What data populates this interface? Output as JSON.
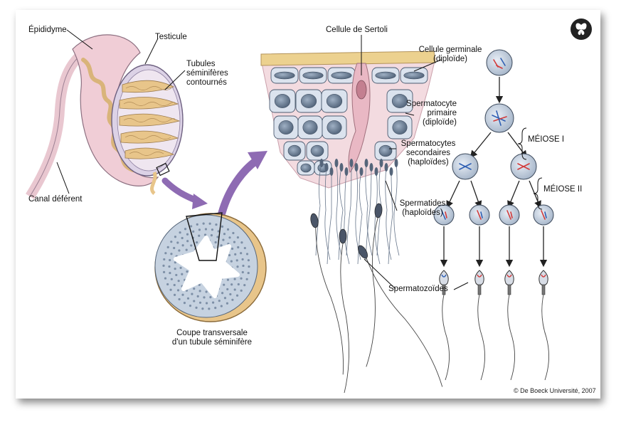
{
  "labels": {
    "epididyme": "Épididyme",
    "testicule": "Testicule",
    "tubules": [
      "Tubules",
      "séminifères",
      "contournés"
    ],
    "canal": "Canal déférent",
    "coupe": [
      "Coupe transversale",
      "d'un tubule séminifère"
    ],
    "sertoli": "Cellule de Sertoli",
    "germinale": [
      "Cellule germinale",
      "(diploïde)"
    ],
    "spermatocyte_primaire": [
      "Spermatocyte",
      "primaire",
      "(diploïde)"
    ],
    "spermatocytes_secondaires": [
      "Spermatocytes",
      "secondaires",
      "(haploïdes)"
    ],
    "spermatides": [
      "Spermatides",
      "(haploïdes)"
    ],
    "spermatozoides": "Spermatozoïdes",
    "meiose1": "MÉIOSE I",
    "meiose2": "MÉIOSE II"
  },
  "credit": "© De Boeck Université, 2007",
  "logo_icon": "butterfly-logo-icon",
  "colors": {
    "tissue_pink": "#f2d3d8",
    "tubule_tan": "#e6c48a",
    "cell_blue": "#b7c6d8",
    "arrow_purple": "#8e6bb3",
    "chromosome_red": "#d23a3a",
    "chromosome_blue": "#2f5fb3"
  }
}
